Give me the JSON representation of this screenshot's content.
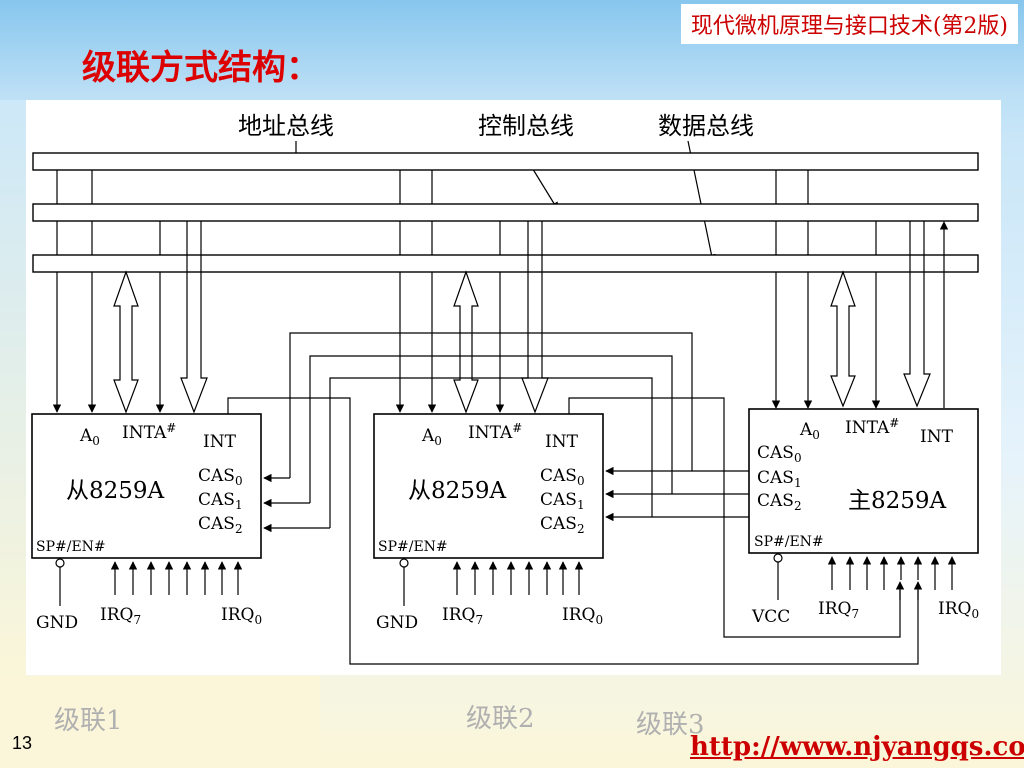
{
  "header": {
    "book_title": "现代微机原理与接口技术(第2版)",
    "slide_title": "级联方式结构："
  },
  "bus_labels": {
    "address": "地址总线",
    "control": "控制总线",
    "data": "数据总线"
  },
  "chips": [
    {
      "id": "slave1",
      "name": "从8259A",
      "pin_ground": "GND"
    },
    {
      "id": "slave2",
      "name": "从8259A",
      "pin_ground": "GND"
    },
    {
      "id": "master",
      "name": "主8259A",
      "pin_ground": "VCC"
    }
  ],
  "pins": {
    "a0": "A",
    "a0_sub": "0",
    "inta": "INTA",
    "inta_sup": "#",
    "int": "INT",
    "cas": "CAS",
    "cas0_sub": "0",
    "cas1_sub": "1",
    "cas2_sub": "2",
    "sp_en": "SP#/EN#",
    "irq": "IRQ",
    "irq7_sub": "7",
    "irq0_sub": "0"
  },
  "captions": {
    "cascade1": "级联1",
    "cascade2": "级联2",
    "cascade3": "级联3"
  },
  "footer": {
    "page_number": "13",
    "url": "http://www.njyangqs.com/"
  },
  "colors": {
    "title_red": "#dd0000",
    "caption_gray": "#b0b0b0"
  }
}
